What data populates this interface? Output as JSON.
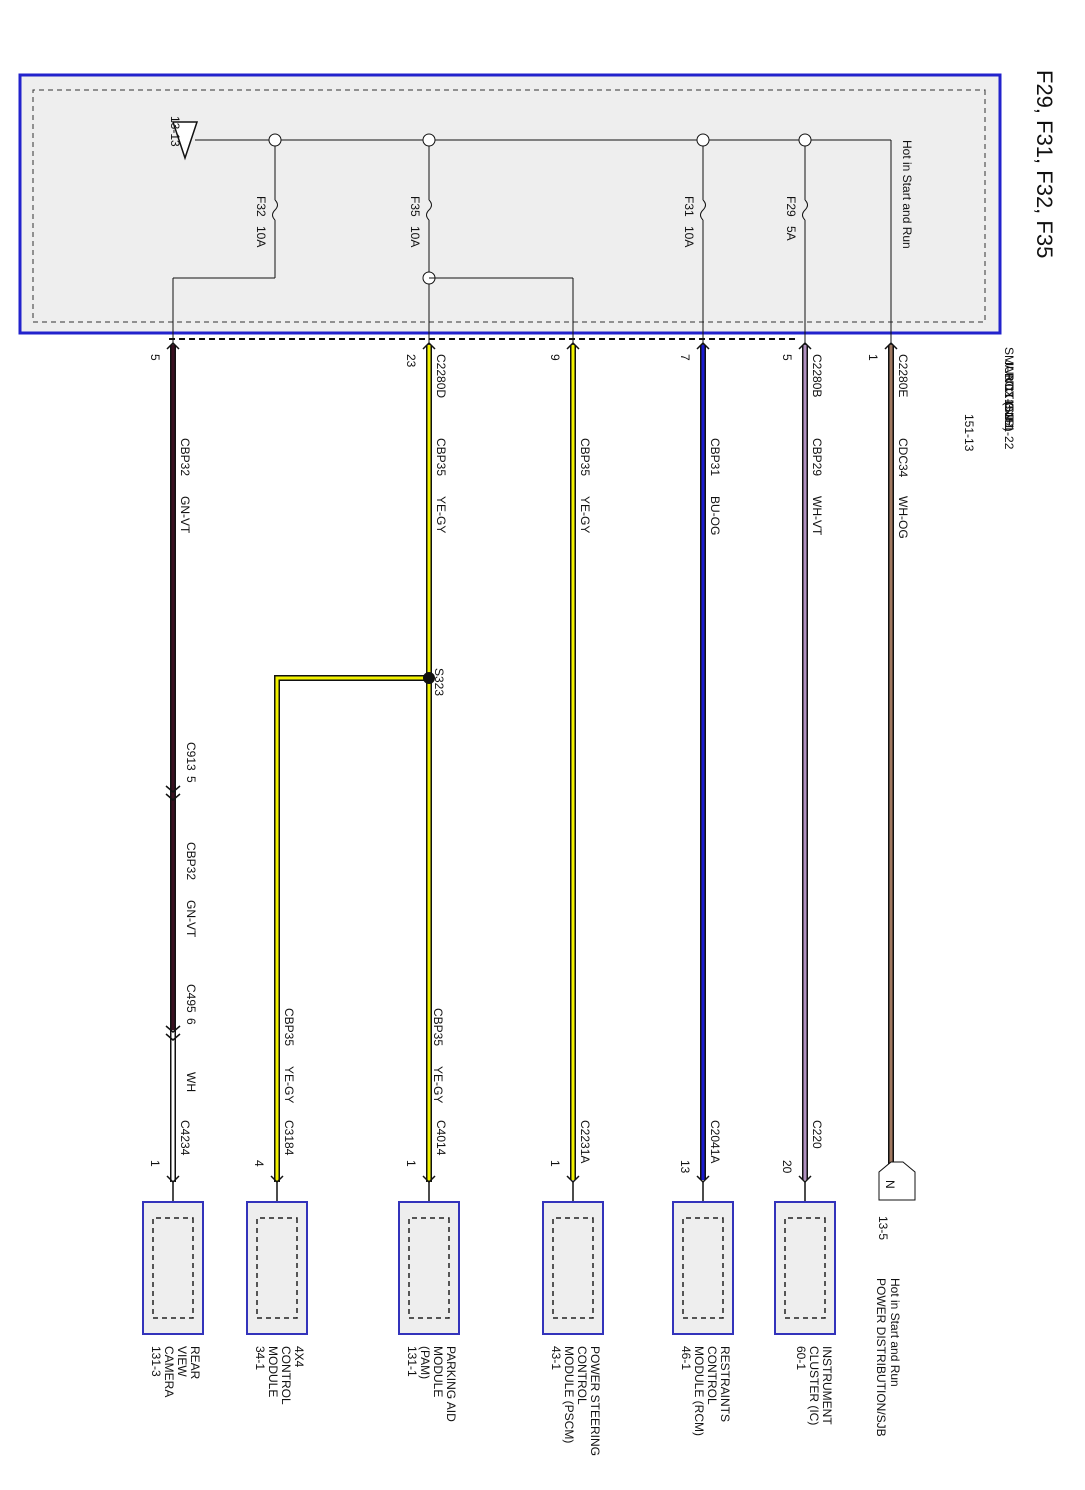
{
  "title": "F29, F31, F32, F35",
  "sjb": {
    "hot_label": "Hot in Start and Run",
    "ground_ref": "13-13",
    "name_lines": [
      "SMART",
      "JUNCTION",
      "BOX (SJB)",
      "11-3",
      "151-1",
      "151-22"
    ],
    "ref_extra": "151-13",
    "fuses": [
      {
        "id": "F29",
        "rating": "5A"
      },
      {
        "id": "F31",
        "rating": "10A"
      },
      {
        "id": "F35",
        "rating": "10A"
      },
      {
        "id": "F32",
        "rating": "10A"
      }
    ]
  },
  "circuits": [
    {
      "key": "cdc34",
      "connector": "C2280E",
      "pin": "1",
      "circuit": "CDC34",
      "color_code": "WH-OG",
      "stroke": "#a07860"
    },
    {
      "key": "cbp29",
      "connector": "C2280B",
      "pin": "5",
      "circuit": "CBP29",
      "color_code": "WH-VT",
      "stroke": "#b090c0"
    },
    {
      "key": "cbp31",
      "connector": "",
      "pin": "7",
      "circuit": "CBP31",
      "color_code": "BU-OG",
      "stroke": "#1a1ad0"
    },
    {
      "key": "cbp35a",
      "connector": "",
      "pin": "9",
      "circuit": "CBP35",
      "color_code": "YE-GY",
      "stroke": "#f2f200"
    },
    {
      "key": "cbp35b",
      "connector": "C2280D",
      "pin": "23",
      "circuit": "CBP35",
      "color_code": "YE-GY",
      "stroke": "#f2f200"
    },
    {
      "key": "cbp32",
      "connector": "",
      "pin": "5",
      "circuit": "CBP32",
      "color_code": "GN-VT",
      "stroke": "#3a1020"
    }
  ],
  "splice": "S323",
  "inline": [
    {
      "connector": "C913",
      "pin": "5",
      "circuit": "CBP32",
      "color_code": "GN-VT"
    },
    {
      "connector": "C495",
      "pin": "6",
      "circuit": "",
      "color_code": "WH"
    }
  ],
  "branch": [
    {
      "circuit": "CBP35",
      "color_code": "YE-GY"
    },
    {
      "circuit": "CBP35",
      "color_code": "YE-GY"
    }
  ],
  "pdist": {
    "letter": "N",
    "ref": "13-5",
    "lines": [
      "Hot in Start and Run",
      "POWER DISTRIBUTION/SJB"
    ]
  },
  "components": [
    {
      "connector": "C220",
      "pin": "20",
      "name_lines": [
        "INSTRUMENT",
        "CLUSTER (IC)",
        "60-1"
      ]
    },
    {
      "connector": "C2041A",
      "pin": "13",
      "name_lines": [
        "RESTRAINTS",
        "CONTROL",
        "MODULE (RCM)",
        "46-1"
      ]
    },
    {
      "connector": "C2231A",
      "pin": "1",
      "name_lines": [
        "POWER STEERING",
        "CONTROL",
        "MODULE (PSCM)",
        "43-1"
      ]
    },
    {
      "connector": "C4014",
      "pin": "1",
      "name_lines": [
        "PARKING AID",
        "MODULE",
        "(PAM)",
        "131-1"
      ]
    },
    {
      "connector": "C3184",
      "pin": "4",
      "name_lines": [
        "4X4",
        "CONTROL",
        "MODULE",
        "34-1"
      ]
    },
    {
      "connector": "C4234",
      "pin": "1",
      "name_lines": [
        "REAR",
        "VIEW",
        "CAMERA",
        "131-3"
      ]
    }
  ],
  "colors": {
    "sjb_border": "#2222cc",
    "sjb_fill": "#eeeeee",
    "module_border": "#3333bb",
    "module_fill": "#eeeeee"
  }
}
